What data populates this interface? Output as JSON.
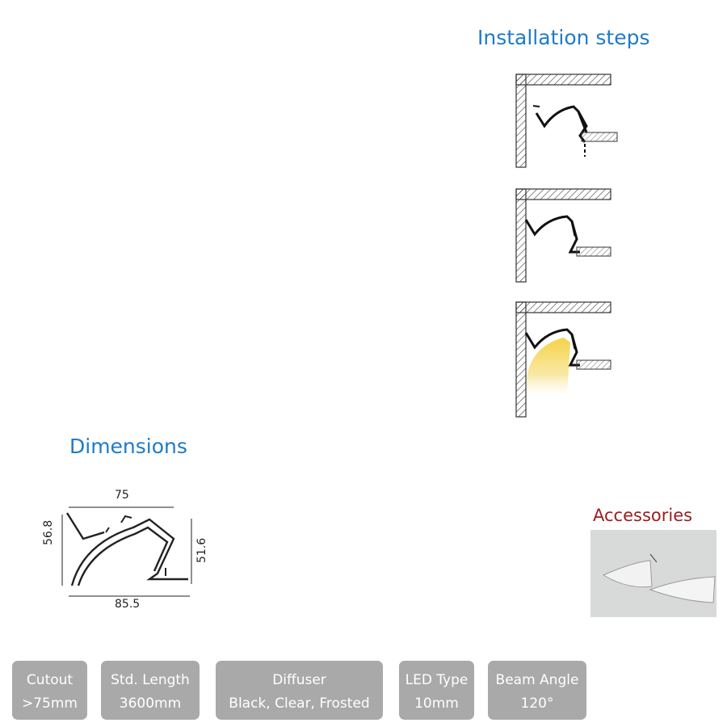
{
  "installation": {
    "title": "Installation steps"
  },
  "dimensions": {
    "title": "Dimensions",
    "top_width": "75",
    "bottom_width": "85.5",
    "left_height": "56.8",
    "right_height": "51.6"
  },
  "accessories": {
    "title": "Accessories"
  },
  "specs": [
    {
      "label": "Cutout",
      "value": ">75mm"
    },
    {
      "label": "Std. Length",
      "value": "3600mm"
    },
    {
      "label": "Diffuser",
      "value": "Black, Clear, Frosted"
    },
    {
      "label": "LED Type",
      "value": "10mm"
    },
    {
      "label": "Beam Angle",
      "value": "120°"
    }
  ],
  "colors": {
    "heading_blue": "#1f7bc9",
    "accessories_red": "#9b1c1c",
    "badge_gray": "#a9a9a9",
    "light_glow": "#f7dc6f"
  }
}
